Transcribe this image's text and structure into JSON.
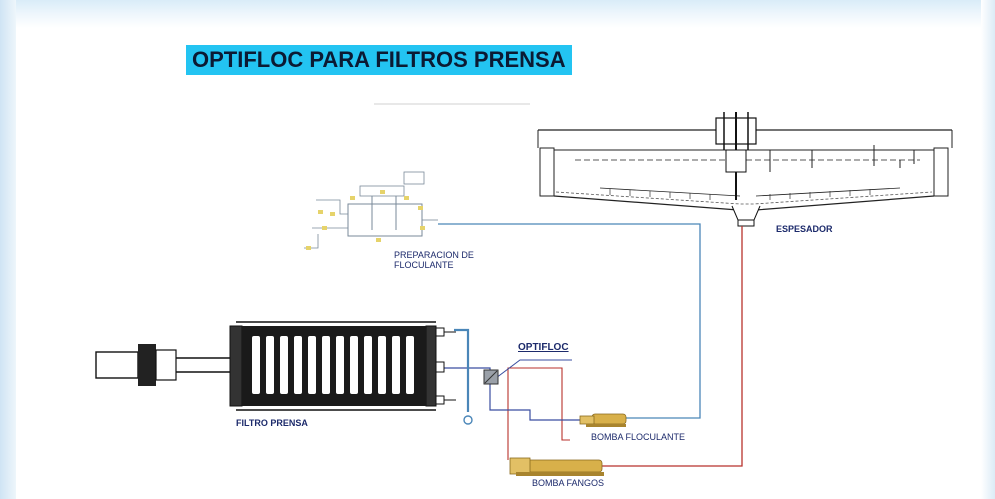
{
  "title": "OPTIFLOC PARA FILTROS PRENSA",
  "labels": {
    "espesador": "ESPESADOR",
    "preparacion_line1": "PREPARACION DE",
    "preparacion_line2": "FLOCULANTE",
    "optifloc": "OPTIFLOC",
    "filtro_prensa": "FILTRO PRENSA",
    "bomba_floculante": "BOMBA FLOCULANTE",
    "bomba_fangos": "BOMBA FANGOS"
  },
  "colors": {
    "title_bg": "#23c4f2",
    "sludge_line": "#b8322c",
    "floc_line": "#4a86b8",
    "filtrate_line": "#3a4ea0",
    "pump": "#d8b04a",
    "press_dark": "#1a1a1a",
    "label": "#1c2a6b"
  }
}
